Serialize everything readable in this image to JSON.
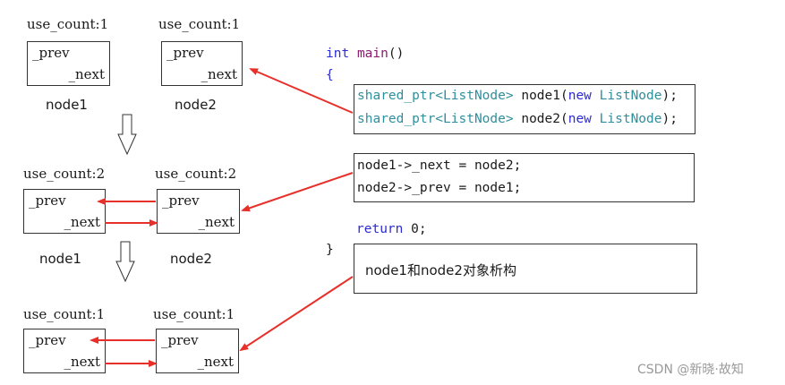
{
  "stage1": {
    "node1_count": "use_count:1",
    "node2_count": "use_count:1",
    "node1_name": "node1",
    "node2_name": "node2"
  },
  "stage2": {
    "node1_count": "use_count:2",
    "node2_count": "use_count:2",
    "node1_name": "node1",
    "node2_name": "node2"
  },
  "stage3": {
    "node1_count": "use_count:1",
    "node2_count": "use_count:1"
  },
  "fields": {
    "prev": "_prev",
    "next": "_next"
  },
  "code": {
    "main_type": "int",
    "main_name": "main",
    "main_parens": "()",
    "open_brace": "{",
    "close_brace": "}",
    "line1_type": "shared_ptr<ListNode>",
    "line1_var": " node1(",
    "line1_new": "new",
    "line1_cls": " ListNode",
    "line1_end": ");",
    "line2_type": "shared_ptr<ListNode>",
    "line2_var": " node2(",
    "line2_new": "new",
    "line2_cls": " ListNode",
    "line2_end": ");",
    "assign1": "node1->_next = node2;",
    "assign2": "node2->_prev = node1;",
    "return_kw": "return",
    "return_val": " 0;",
    "destruct_note": "node1和node2对象析构"
  },
  "watermark": "CSDN @新晓·故知",
  "colors": {
    "arrow": "#e8302a",
    "box_border": "#333333",
    "keyword": "#2b2bd6"
  }
}
